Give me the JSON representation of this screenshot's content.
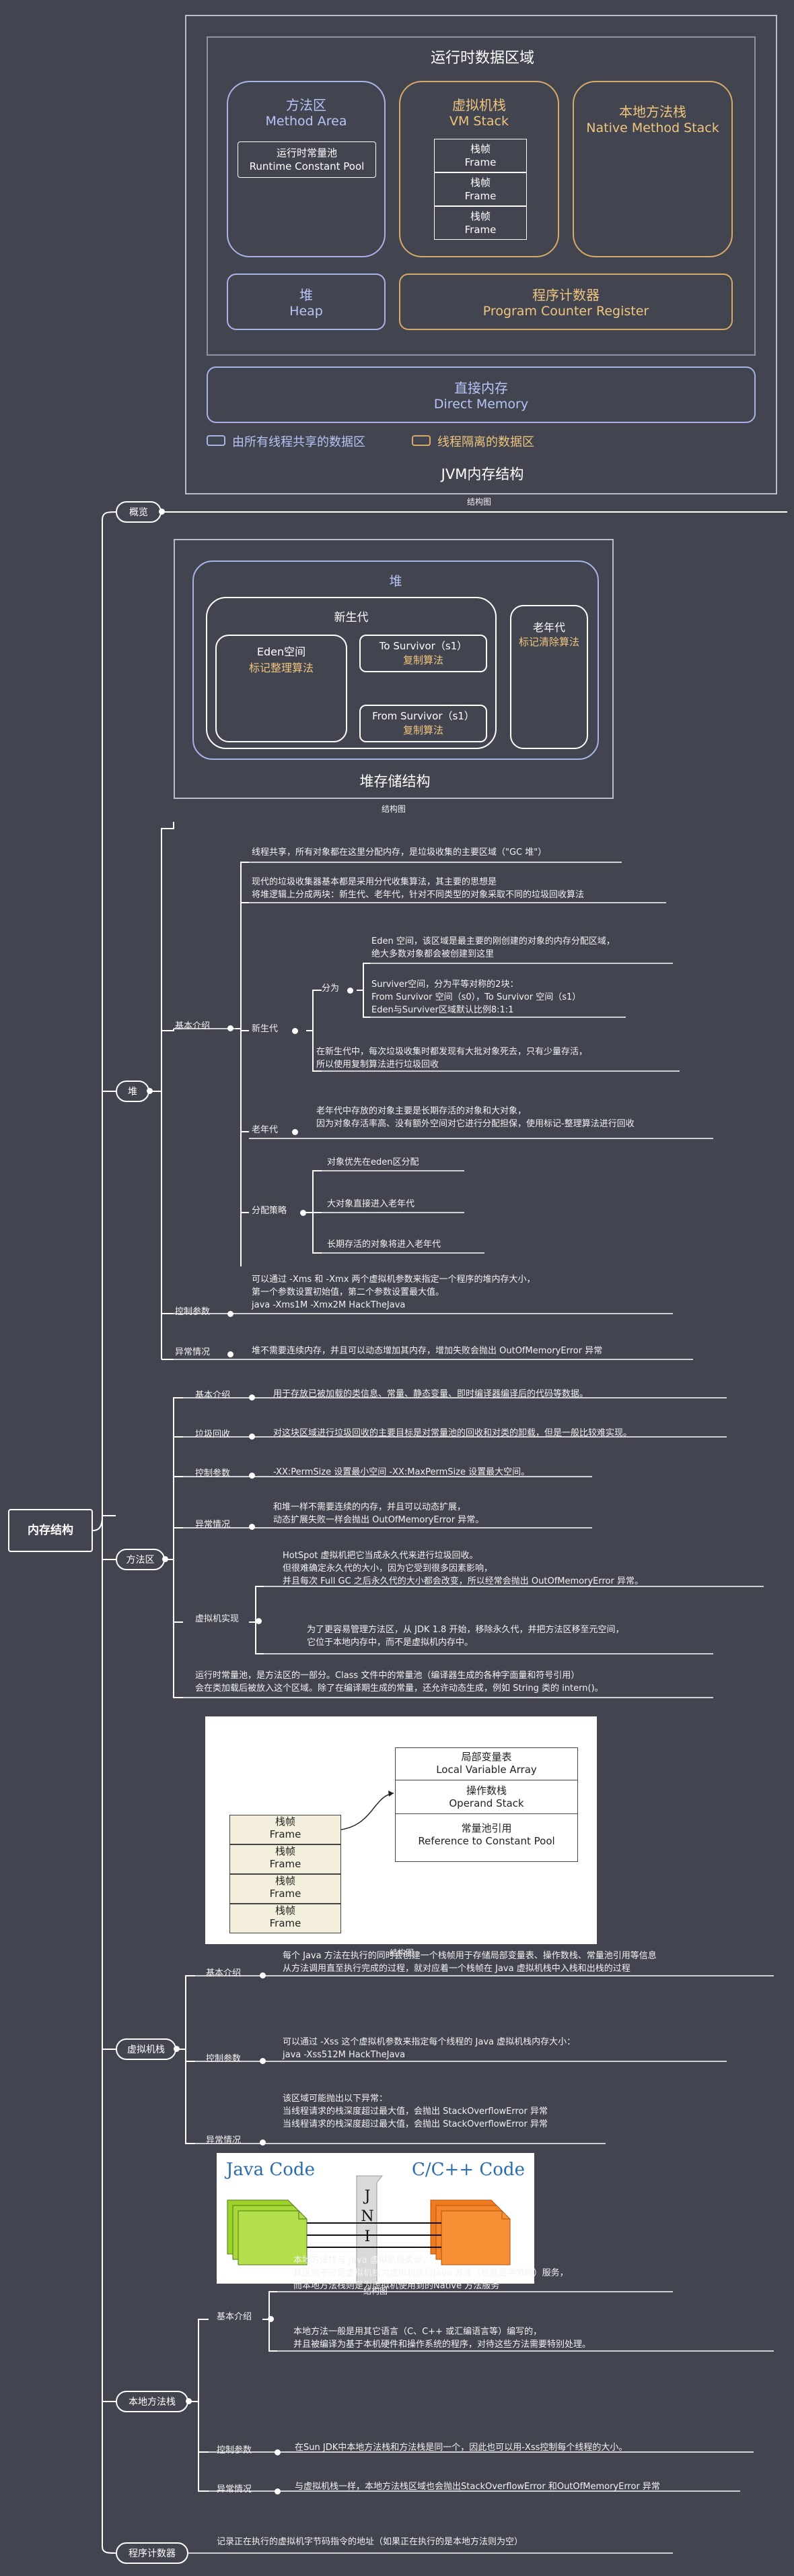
{
  "root": {
    "label": "内存结构"
  },
  "caption": "结构图",
  "jvm": {
    "title": "运行时数据区域",
    "method_area": {
      "cn": "方法区",
      "en": "Method Area"
    },
    "runtime_pool": {
      "cn": "运行时常量池",
      "en": "Runtime Constant Pool"
    },
    "vm_stack": {
      "cn": "虚拟机栈",
      "en": "VM Stack"
    },
    "frame_cn": "栈帧",
    "frame_en": "Frame",
    "native_stack": {
      "cn": "本地方法栈",
      "en": "Native Method Stack"
    },
    "heap": {
      "cn": "堆",
      "en": "Heap"
    },
    "pc": {
      "cn": "程序计数器",
      "en": "Program Counter Register"
    },
    "direct": {
      "cn": "直接内存",
      "en": "Direct Memory"
    },
    "legend_shared": "由所有线程共享的数据区",
    "legend_isolated": "线程隔离的数据区",
    "footer": "JVM内存结构",
    "colors": {
      "shared": "#a7b4e9",
      "isolated": "#d7aa68"
    }
  },
  "overview": {
    "label": "概览"
  },
  "heap_diagram": {
    "heap": "堆",
    "young": "新生代",
    "eden": "Eden空间",
    "eden_algo": "标记整理算法",
    "to": "To Survivor（s1）",
    "to_algo": "复制算法",
    "from": "From Survivor（s1）",
    "from_algo": "复制算法",
    "old": "老年代",
    "old_algo": "标记清除算法",
    "title": "堆存储结构"
  },
  "heap": {
    "label": "堆",
    "basic": "基本介绍",
    "b1": "线程共享，所有对象都在这里分配内存，是垃圾收集的主要区域（\"GC 堆\"）",
    "b2": "现代的垃圾收集器基本都是采用分代收集算法，其主要的思想是\n将堆逻辑上分成两块：新生代、老年代，针对不同类型的对象采取不同的垃圾回收算法",
    "young": "新生代",
    "split": "分为",
    "eden_text": "Eden 空间，该区域是最主要的刚创建的对象的内存分配区域，\n绝大多数对象都会被创建到这里",
    "survivor_text": "Surviver空间，分为平等对称的2块：\nFrom Survivor 空间（s0），To Survivor 空间（s1）\nEden与Surviver区域默认比例8:1:1",
    "young_gc": "在新生代中，每次垃圾收集时都发现有大批对象死去，只有少量存活，\n所以使用复制算法进行垃圾回收",
    "old": "老年代",
    "old_text": "老年代中存放的对象主要是长期存活的对象和大对象，\n因为对象存活率高、没有额外空间对它进行分配担保，使用标记-整理算法进行回收",
    "alloc": "分配策略",
    "a1": "对象优先在eden区分配",
    "a2": "大对象直接进入老年代",
    "a3": "长期存活的对象将进入老年代",
    "params": "控制参数",
    "params_text": "可以通过 -Xms 和 -Xmx 两个虚拟机参数来指定一个程序的堆内存大小，\n第一个参数设置初始值，第二个参数设置最大值。\njava -Xms1M -Xmx2M HackTheJava",
    "exc": "异常情况",
    "exc_text": "堆不需要连续内存，并且可以动态增加其内存，增加失败会抛出 OutOfMemoryError 异常"
  },
  "method": {
    "label": "方法区",
    "basic": "基本介绍",
    "basic_text": "用于存放已被加载的类信息、常量、静态变量、即时编译器编译后的代码等数据。",
    "gc": "垃圾回收",
    "gc_text": "对这块区域进行垃圾回收的主要目标是对常量池的回收和对类的卸载，但是一般比较难实现。",
    "params": "控制参数",
    "params_text": "-XX:PermSize 设置最小空间 -XX:MaxPermSize 设置最大空间。",
    "exc": "异常情况",
    "exc_text": "和堆一样不需要连续的内存，并且可以动态扩展，\n动态扩展失败一样会抛出 OutOfMemoryError 异常。",
    "impl": "虚拟机实现",
    "impl1": "HotSpot 虚拟机把它当成永久代来进行垃圾回收。\n但很难确定永久代的大小，因为它受到很多因素影响，\n并且每次 Full GC 之后永久代的大小都会改变，所以经常会抛出 OutOfMemoryError 异常。",
    "impl2": "为了更容易管理方法区，从 JDK 1.8 开始，移除永久代，并把方法区移至元空间，\n它位于本地内存中，而不是虚拟机内存中。",
    "pool_text": "运行时常量池，是方法区的一部分。Class 文件中的常量池（编译器生成的各种字面量和符号引用）\n会在类加载后被放入这个区域。除了在编译期生成的常量，还允许动态生成，例如 String 类的 intern()。"
  },
  "frame_diagram": {
    "local": {
      "cn": "局部变量表",
      "en": "Local Variable Array"
    },
    "operand": {
      "cn": "操作数栈",
      "en": "Operand Stack"
    },
    "pool": {
      "cn": "常量池引用",
      "en": "Reference to Constant Pool"
    },
    "frame_cn": "栈帧",
    "frame_en": "Frame"
  },
  "vmstack": {
    "label": "虚拟机栈",
    "basic": "基本介绍",
    "basic_text": "每个 Java 方法在执行的同时会创建一个栈帧用于存储局部变量表、操作数栈、常量池引用等信息\n从方法调用直至执行完成的过程，就对应着一个栈帧在 Java 虚拟机栈中入栈和出栈的过程",
    "params": "控制参数",
    "params_text": "可以通过 -Xss 这个虚拟机参数来指定每个线程的 Java 虚拟机栈内存大小：\njava -Xss512M HackTheJava",
    "exc": "异常情况",
    "exc_text": "该区域可能抛出以下异常：\n当线程请求的栈深度超过最大值，会抛出 StackOverflowError 异常\n当线程请求的栈深度超过最大值，会抛出 StackOverflowError 异常"
  },
  "jni_diagram": {
    "java": "Java Code",
    "c": "C/C++ Code",
    "jni": "J\nN\nI"
  },
  "native": {
    "label": "本地方法栈",
    "basic": "基本介绍",
    "b1": "本地方法栈与 Java 虚拟机栈类似，\n其区别不过是虚拟机栈为虚拟机执行Java 方法（也就是字节码）服务，\n而本地方法栈则是为虚拟机使用到的Native 方法服务",
    "b2": "本地方法一般是用其它语言（C、C++ 或汇编语言等）编写的，\n并且被编译为基于本机硬件和操作系统的程序，对待这些方法需要特别处理。",
    "params": "控制参数",
    "params_text": "在Sun JDK中本地方法栈和方法栈是同一个，因此也可以用-Xss控制每个线程的大小。",
    "exc": "异常情况",
    "exc_text": "与虚拟机栈一样，本地方法栈区域也会抛出StackOverflowError 和OutOfMemoryError 异常"
  },
  "pc": {
    "label": "程序计数器",
    "text": "记录正在执行的虚拟机字节码指令的地址（如果正在执行的是本地方法则为空）"
  }
}
